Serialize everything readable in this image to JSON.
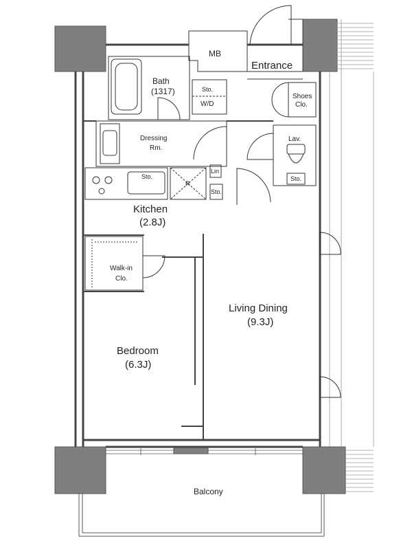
{
  "rooms": {
    "mb": "MB",
    "entrance": "Entrance",
    "bath": "Bath",
    "bath_size": "(1317)",
    "sto_top": "Sto.",
    "wd": "W/D",
    "shoes_1": "Shoes",
    "shoes_2": "Clo.",
    "dressing_1": "Dressing",
    "dressing_2": "Rm.",
    "lav": "Lav.",
    "sto_kitchen": "Sto.",
    "r": "R",
    "lin": "Lin",
    "sto_mid": "Sto.",
    "sto_lav": "Sto.",
    "kitchen": "Kitchen",
    "kitchen_size": "(2.8J)",
    "walkin_1": "Walk-in",
    "walkin_2": "Clo.",
    "living": "Living Dining",
    "living_size": "(9.3J)",
    "bedroom": "Bedroom",
    "bedroom_size": "(6.3J)",
    "balcony": "Balcony"
  },
  "colors": {
    "wall": "#555555",
    "column": "#7f7f7f",
    "line": "#333333",
    "hatch": "#9a9a9a",
    "background": "#ffffff"
  }
}
